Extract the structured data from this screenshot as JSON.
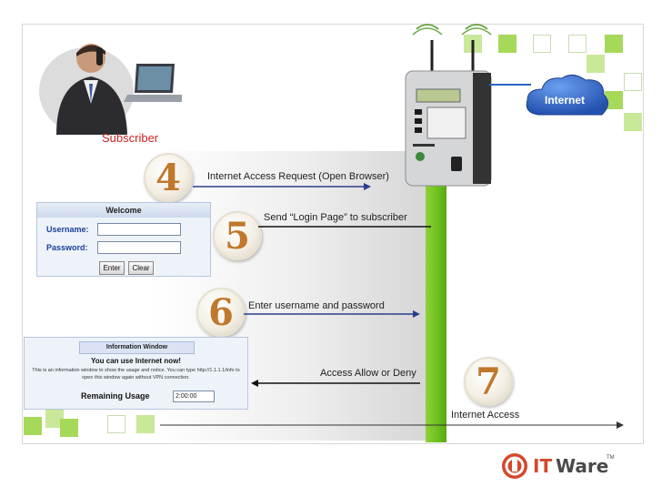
{
  "diagram": {
    "subscriber_label": "Subscriber",
    "internet_cloud_label": "Internet",
    "steps": [
      "4",
      "5",
      "6",
      "7"
    ],
    "messages": {
      "step4": "Internet Access Request (Open Browser)",
      "step5": "Send “Login Page” to subscriber",
      "step6": "Enter username and password",
      "step7": "Access Allow or Deny",
      "internet_access": "Internet Access"
    },
    "colors": {
      "green_bar": "#6cbf1c",
      "arrow_blue": "#2a3e8c",
      "subscriber_red": "#cc2222",
      "cloud_blue": "#2c62c4"
    }
  },
  "login_window": {
    "title": "Welcome",
    "username_label": "Username:",
    "password_label": "Password:",
    "enter_button": "Enter",
    "clear_button": "Clear"
  },
  "info_window": {
    "title": "Information Window",
    "heading": "You can use Internet now!",
    "body": "This is an information window to show the usage and notice. You can type http://1.1.1.1/info to open this window again without VPN connection.",
    "usage_label": "Remaining Usage",
    "usage_value": "2:00:00"
  },
  "brand": {
    "logo_text_it": "IT",
    "logo_text_ware": "Ware",
    "trademark": "TM"
  }
}
